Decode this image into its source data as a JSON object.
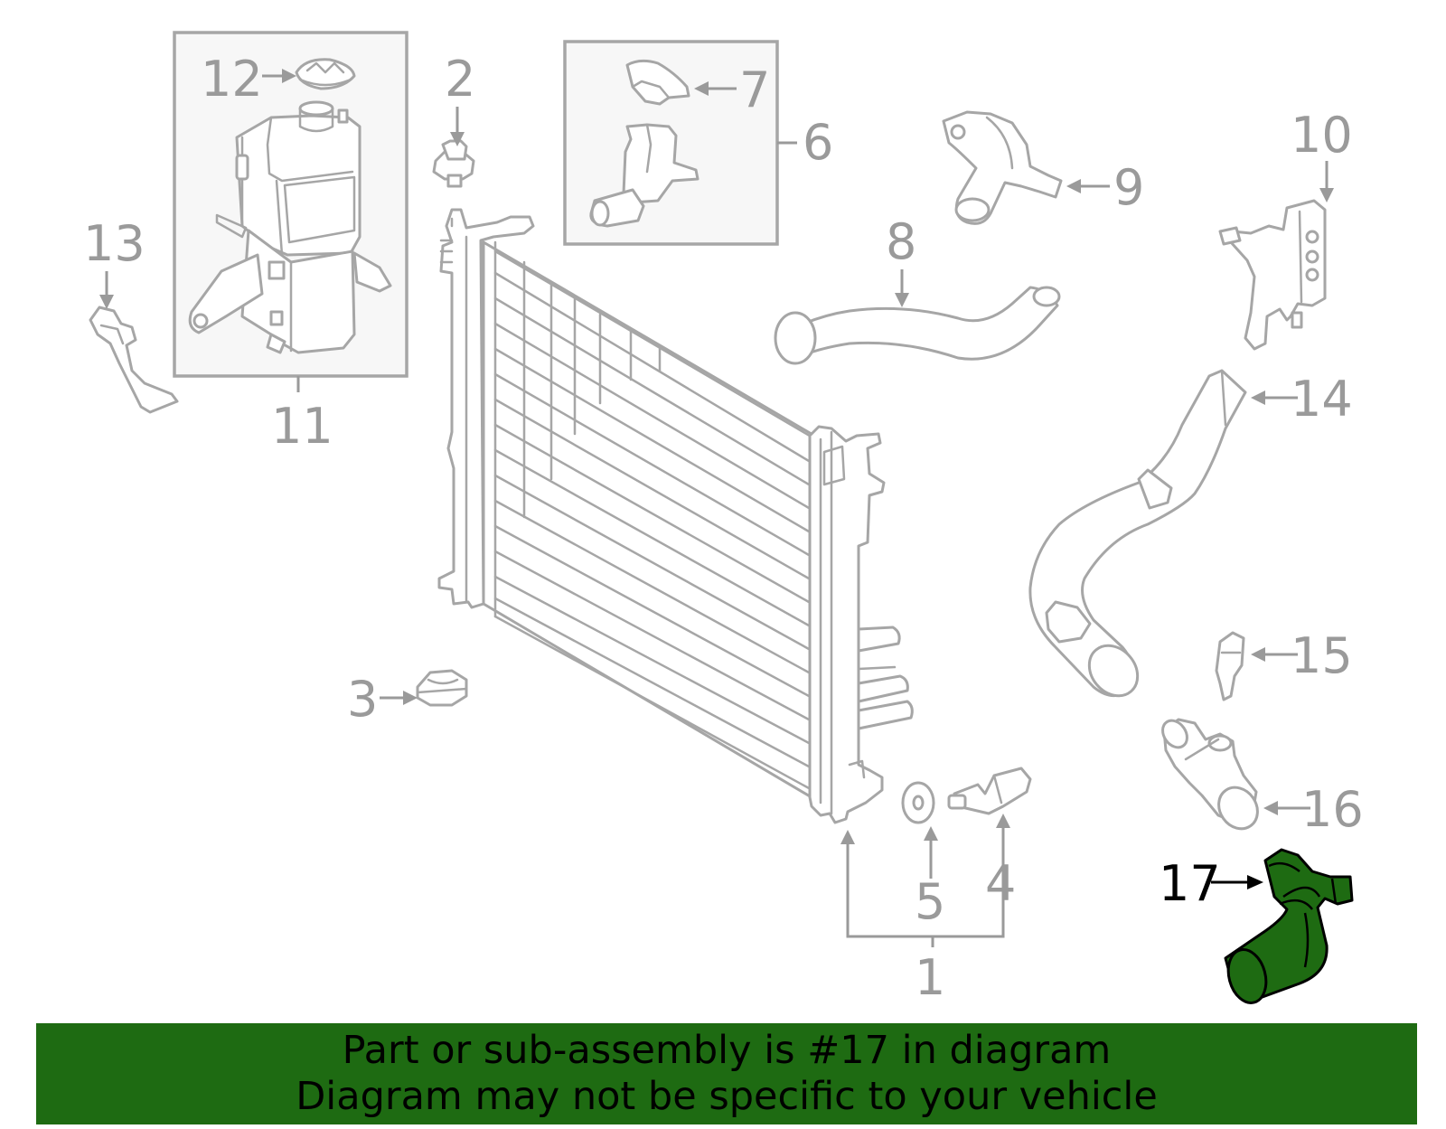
{
  "callouts": {
    "c1": "1",
    "c2": "2",
    "c3": "3",
    "c4": "4",
    "c5": "5",
    "c6": "6",
    "c7": "7",
    "c8": "8",
    "c9": "9",
    "c10": "10",
    "c11": "11",
    "c12": "12",
    "c13": "13",
    "c14": "14",
    "c15": "15",
    "c16": "16",
    "c17": "17"
  },
  "highlight": {
    "part_number": "17",
    "color": "#1e6b12"
  },
  "banner": {
    "line1": "Part or sub-assembly is #17 in diagram",
    "line2": "Diagram may not be specific to your vehicle",
    "color": "#1e6b12"
  }
}
